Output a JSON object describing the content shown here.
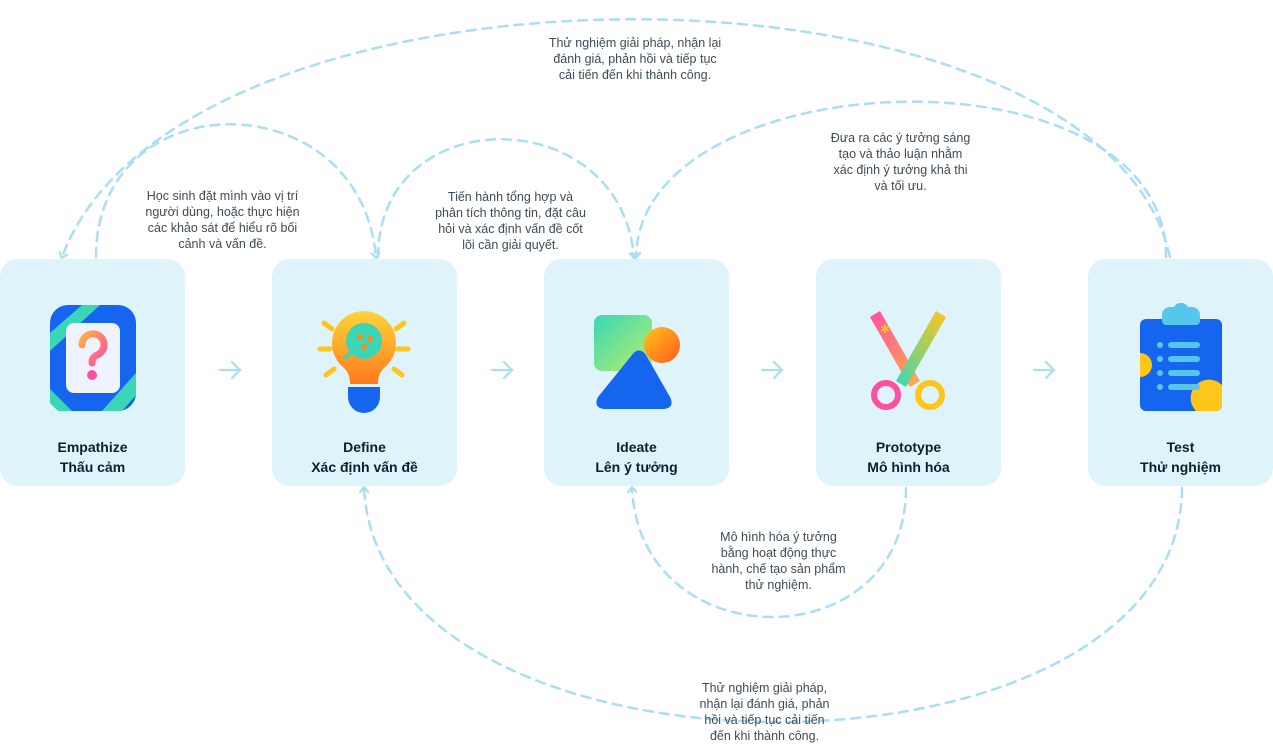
{
  "stages": [
    {
      "title": "Empathize",
      "subtitle": "Thấu cảm"
    },
    {
      "title": "Define",
      "subtitle": "Xác định vấn đề"
    },
    {
      "title": "Ideate",
      "subtitle": "Lên ý tưởng"
    },
    {
      "title": "Prototype",
      "subtitle": "Mô hình hóa"
    },
    {
      "title": "Test",
      "subtitle": "Thử nghiệm"
    }
  ],
  "notes": {
    "empathize": [
      "Học sinh đặt mình vào vị trí",
      "người dùng, hoặc thực hiện",
      "các khảo sát để hiểu rõ bối",
      "cảnh và vấn đề."
    ],
    "define": [
      "Tiến hành tổng hợp và",
      "phân tích thông tin, đặt câu",
      "hỏi và xác định vấn đề cốt",
      "lõi cần giải quyết."
    ],
    "ideate": [
      "Đưa ra các ý tưởng sáng",
      "tạo và thảo luận nhằm",
      "xác định ý tưởng khả thi",
      "và tối ưu."
    ],
    "test_top": [
      "Thử nghiệm giải pháp, nhận lại",
      "đánh giá, phản hồi và tiếp tục",
      "cải tiến đến khi thành công."
    ],
    "prototype": [
      "Mô hình hóa ý tưởng",
      "bằng hoạt động thực",
      "hành, chế tạo sản phẩm",
      "thử nghiệm."
    ],
    "test_bottom": [
      "Thử nghiệm giải pháp,",
      "nhận lại đánh giá, phản",
      "hồi và tiếp tục cải tiến",
      "đến khi thành công."
    ]
  },
  "colors": {
    "card": "#dff3fb",
    "loop": "#a9def3",
    "arrow": "#a9def3",
    "title": "#0c1f2e",
    "note": "#3d4b57",
    "blue": "#1565ee",
    "orange": "#ff8a1c",
    "yellow": "#ffc61a",
    "pink": "#ff4fa0"
  },
  "icons": [
    "question-card-icon",
    "lightbulb-icon",
    "shapes-icon",
    "scissors-icon",
    "clipboard-icon"
  ]
}
